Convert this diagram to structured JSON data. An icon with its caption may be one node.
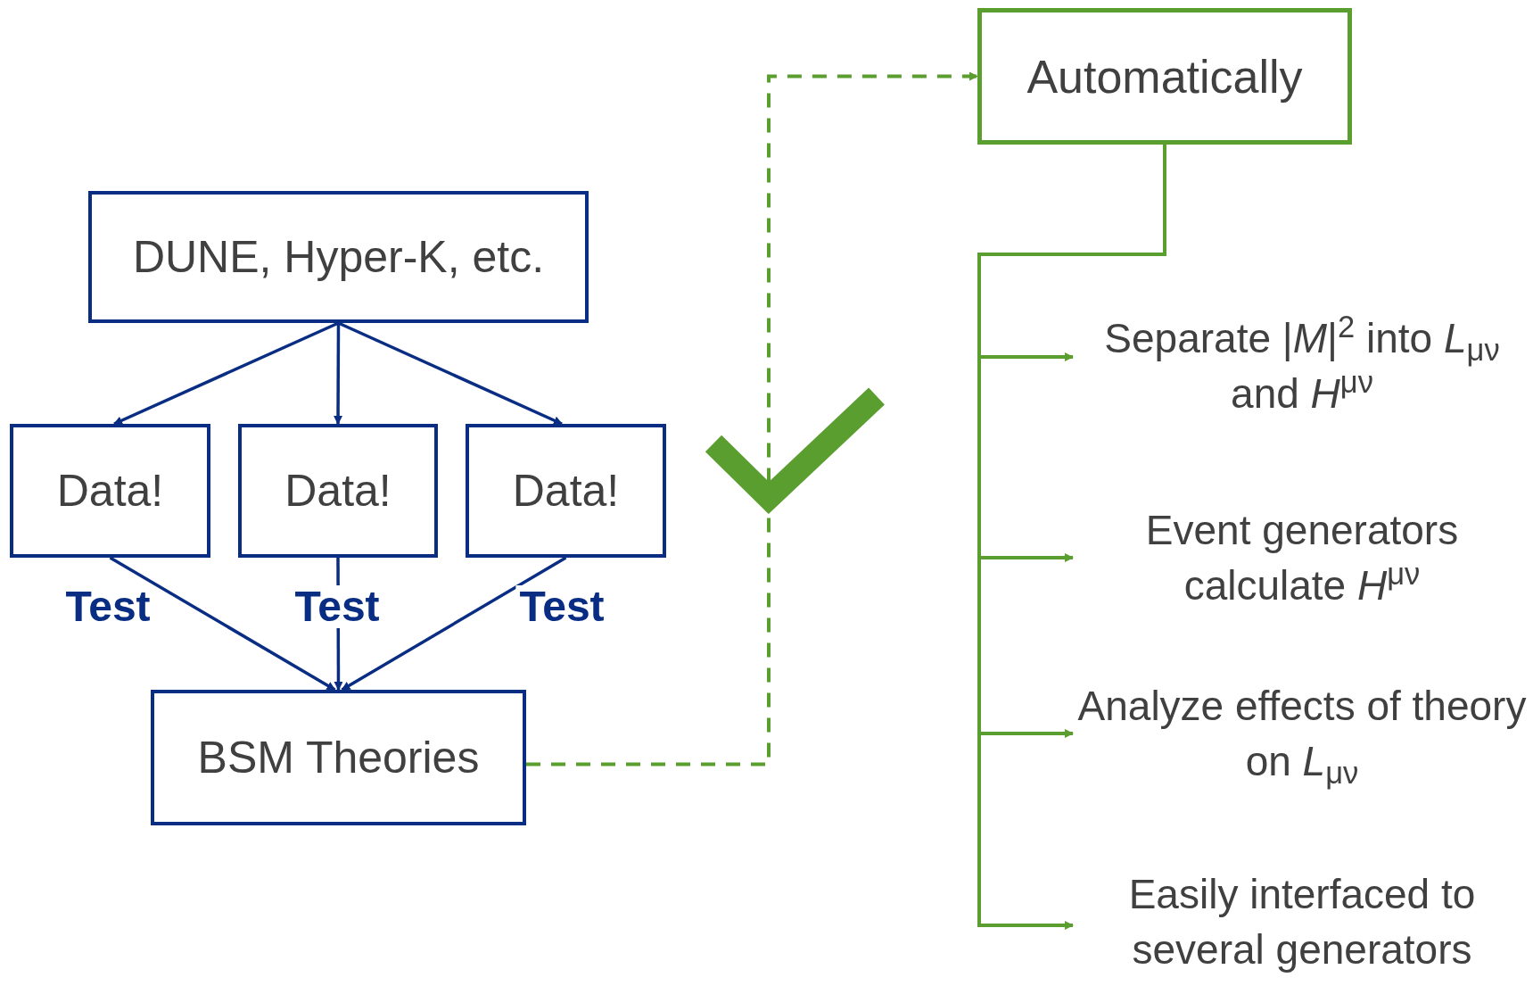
{
  "diagram": {
    "nodes": [
      {
        "text": [
          "DUNE, Hyper-K, etc."
        ]
      },
      {
        "text": [
          "Data!"
        ]
      },
      {
        "text": [
          "Data!"
        ]
      },
      {
        "text": [
          "Data!"
        ]
      },
      {
        "text": [
          "BSM Theories"
        ]
      },
      {
        "text": [
          "Automatically"
        ]
      },
      {
        "text": [
          "Separate |*M*|$^{2}$ into *L*$_{μν}$ and *H*$^{μν}$"
        ]
      },
      {
        "text": [
          "Event generators calculate *H*$^{μν}$"
        ]
      },
      {
        "text": [
          "Analyze effects of theory on *L*$_{μν}$"
        ]
      },
      {
        "text": [
          "Easily interfaced to several generators"
        ]
      }
    ],
    "edges": [
      {
        "from": 0,
        "to": 1,
        "arrow": "to"
      },
      {
        "from": 0,
        "to": 2,
        "arrow": "to"
      },
      {
        "from": 0,
        "to": 3,
        "arrow": "to"
      },
      {
        "from": 1,
        "to": 4,
        "arrow": "to",
        "label": "Test"
      },
      {
        "from": 2,
        "to": 4,
        "arrow": "to",
        "label": "Test"
      },
      {
        "from": 3,
        "to": 4,
        "arrow": "to",
        "label": "Test"
      },
      {
        "from": 4,
        "to": 5,
        "arrow": "to",
        "style": "dashed",
        "color": "#5a9e2f"
      },
      {
        "from": 5,
        "to": 6,
        "arrow": "to",
        "color": "#5a9e2f"
      },
      {
        "from": 5,
        "to": 7,
        "arrow": "to",
        "color": "#5a9e2f"
      },
      {
        "from": 5,
        "to": 8,
        "arrow": "to",
        "color": "#5a9e2f"
      },
      {
        "from": 5,
        "to": 9,
        "arrow": "to",
        "color": "#5a9e2f"
      }
    ]
  }
}
